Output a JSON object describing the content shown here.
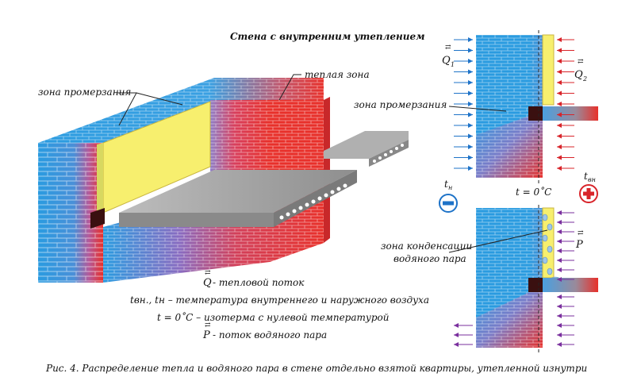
{
  "title": "Стена с внутренним утеплением",
  "labels": {
    "freeze_zone_left": "зона промерзания",
    "warm_zone": "теплая зона",
    "freeze_zone_right": "зона промерзания",
    "condensation_line1": "зона конденсации",
    "condensation_line2": "водяного пара",
    "q1": "Q",
    "q1_sub": "1",
    "q2": "Q",
    "q2_sub": "2",
    "t_outside": "t",
    "t_outside_sub": "н",
    "t_inside": "t",
    "t_inside_sub": "вн",
    "isotherm": "t = 0˚C",
    "p_vapor": "P",
    "minus_sign": "−",
    "plus_sign": "+"
  },
  "legend": {
    "q_symbol": "Q",
    "q_text": " - тепловой поток",
    "t_text": "tвн., tн – температура внутреннего и наружного воздуха",
    "iso_text": "t = 0˚C – изотерма с нулевой температурой",
    "p_symbol": "P",
    "p_text": " -   поток водяного пара"
  },
  "caption": "Рис. 4. Распределение тепла и водяного пара в стене отдельно взятой квартиры, утепленной изнутри",
  "colors": {
    "cold_blue": "#2a9be0",
    "warm_red": "#e8302a",
    "insulation_yellow": "#f7ef6e",
    "slab_gray": "#9a9a9a",
    "arrow_blue": "#1e73c8",
    "arrow_red": "#d8242a",
    "arrow_purple": "#7a2f9e"
  }
}
